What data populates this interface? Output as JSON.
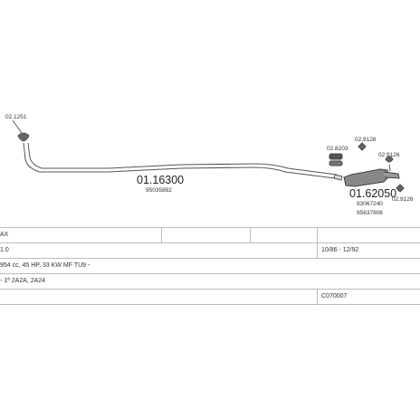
{
  "parts": {
    "clamp_left": "02.1251",
    "pipe_front": {
      "code": "01.16300",
      "ref": "95035892"
    },
    "clamp_a": "02.8203",
    "clamp_b": "02.9126",
    "clamp_c": "02.9126",
    "clamp_d": "02.9126",
    "muffler_rear": {
      "code": "01.62050",
      "ref1": "93067240",
      "ref2": "95637808"
    }
  },
  "info": {
    "row1": {
      "c1": "AX",
      "c2": ""
    },
    "row2": {
      "c1": "1.0",
      "c2": "10/86 - 12/92"
    },
    "row3": {
      "c1": "954 cc, 45 HP, 33 KW MF TU9 -",
      "c2": ""
    },
    "row4": {
      "c1": "- 1ª 2A2A, 2A24",
      "c2": ""
    },
    "row5": {
      "c1": "",
      "c2": "C070007"
    }
  },
  "colors": {
    "line": "#555555",
    "text": "#222222",
    "rule": "#bbbbbb"
  }
}
